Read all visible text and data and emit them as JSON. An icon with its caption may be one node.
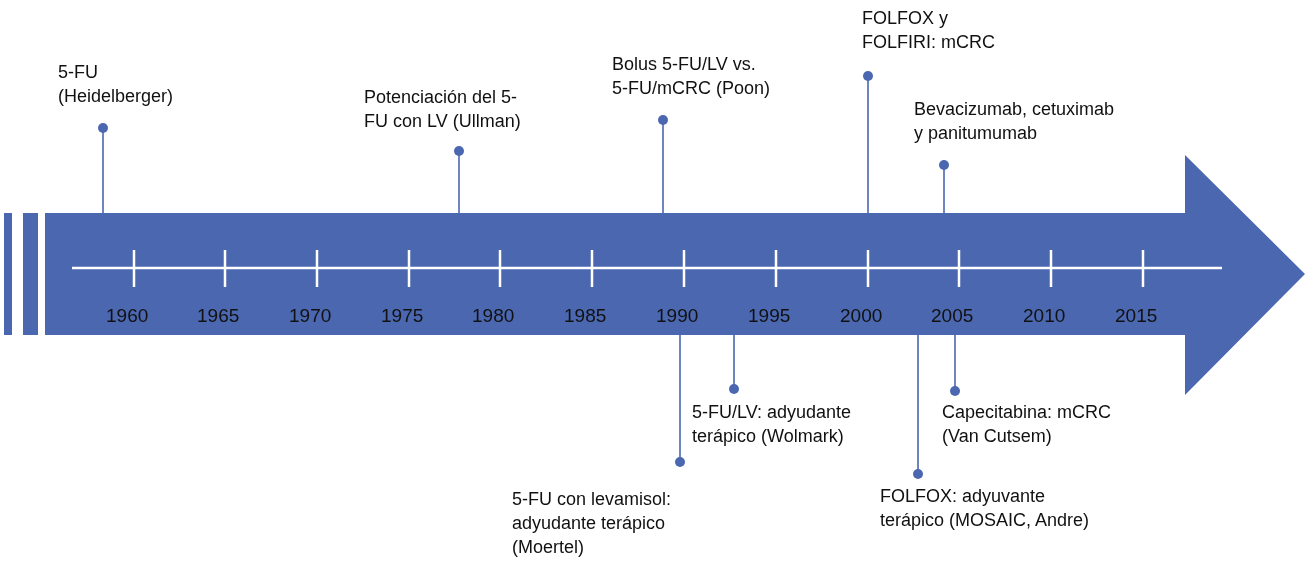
{
  "diagram": {
    "nodes": [
      {
        "text": [],
        "shape": "arrow"
      },
      {
        "text": [
          "5-FU (Heidelberger)"
        ]
      },
      {
        "text": [
          "Potenciación del 5-FU con LV (Ullman)"
        ]
      },
      {
        "text": [
          "Bolus 5-FU/LV vs. 5-FU/mCRC (Poon)"
        ]
      },
      {
        "text": [
          "FOLFOX y FOLFIRI: mCRC"
        ]
      },
      {
        "text": [
          "Bevacizumab, cetuximab y panitumumab"
        ]
      },
      {
        "text": [
          "5-FU con levamisol: adyudante terápico (Moertel)"
        ]
      },
      {
        "text": [
          "5-FU/LV: adyudante terápico (Wolmark)"
        ]
      },
      {
        "text": [
          "FOLFOX: adyuvante terápico (MOSAIC, Andre)"
        ]
      },
      {
        "text": [
          "Capecitabina: mCRC (Van Cutsem)"
        ]
      }
    ],
    "edges": [
      {
        "from": 1,
        "to": 0,
        "arrow": "other"
      },
      {
        "from": 2,
        "to": 0,
        "arrow": "other"
      },
      {
        "from": 3,
        "to": 0,
        "arrow": "other"
      },
      {
        "from": 4,
        "to": 0,
        "arrow": "other"
      },
      {
        "from": 5,
        "to": 0,
        "arrow": "other"
      },
      {
        "from": 6,
        "to": 0,
        "arrow": "other"
      },
      {
        "from": 7,
        "to": 0,
        "arrow": "other"
      },
      {
        "from": 8,
        "to": 0,
        "arrow": "other"
      },
      {
        "from": 9,
        "to": 0,
        "arrow": "other"
      }
    ],
    "labels": [
      "1960",
      "1965",
      "1970",
      "1975",
      "1980",
      "1985",
      "1990",
      "1995",
      "2000",
      "2005",
      "2010",
      "2015"
    ]
  }
}
